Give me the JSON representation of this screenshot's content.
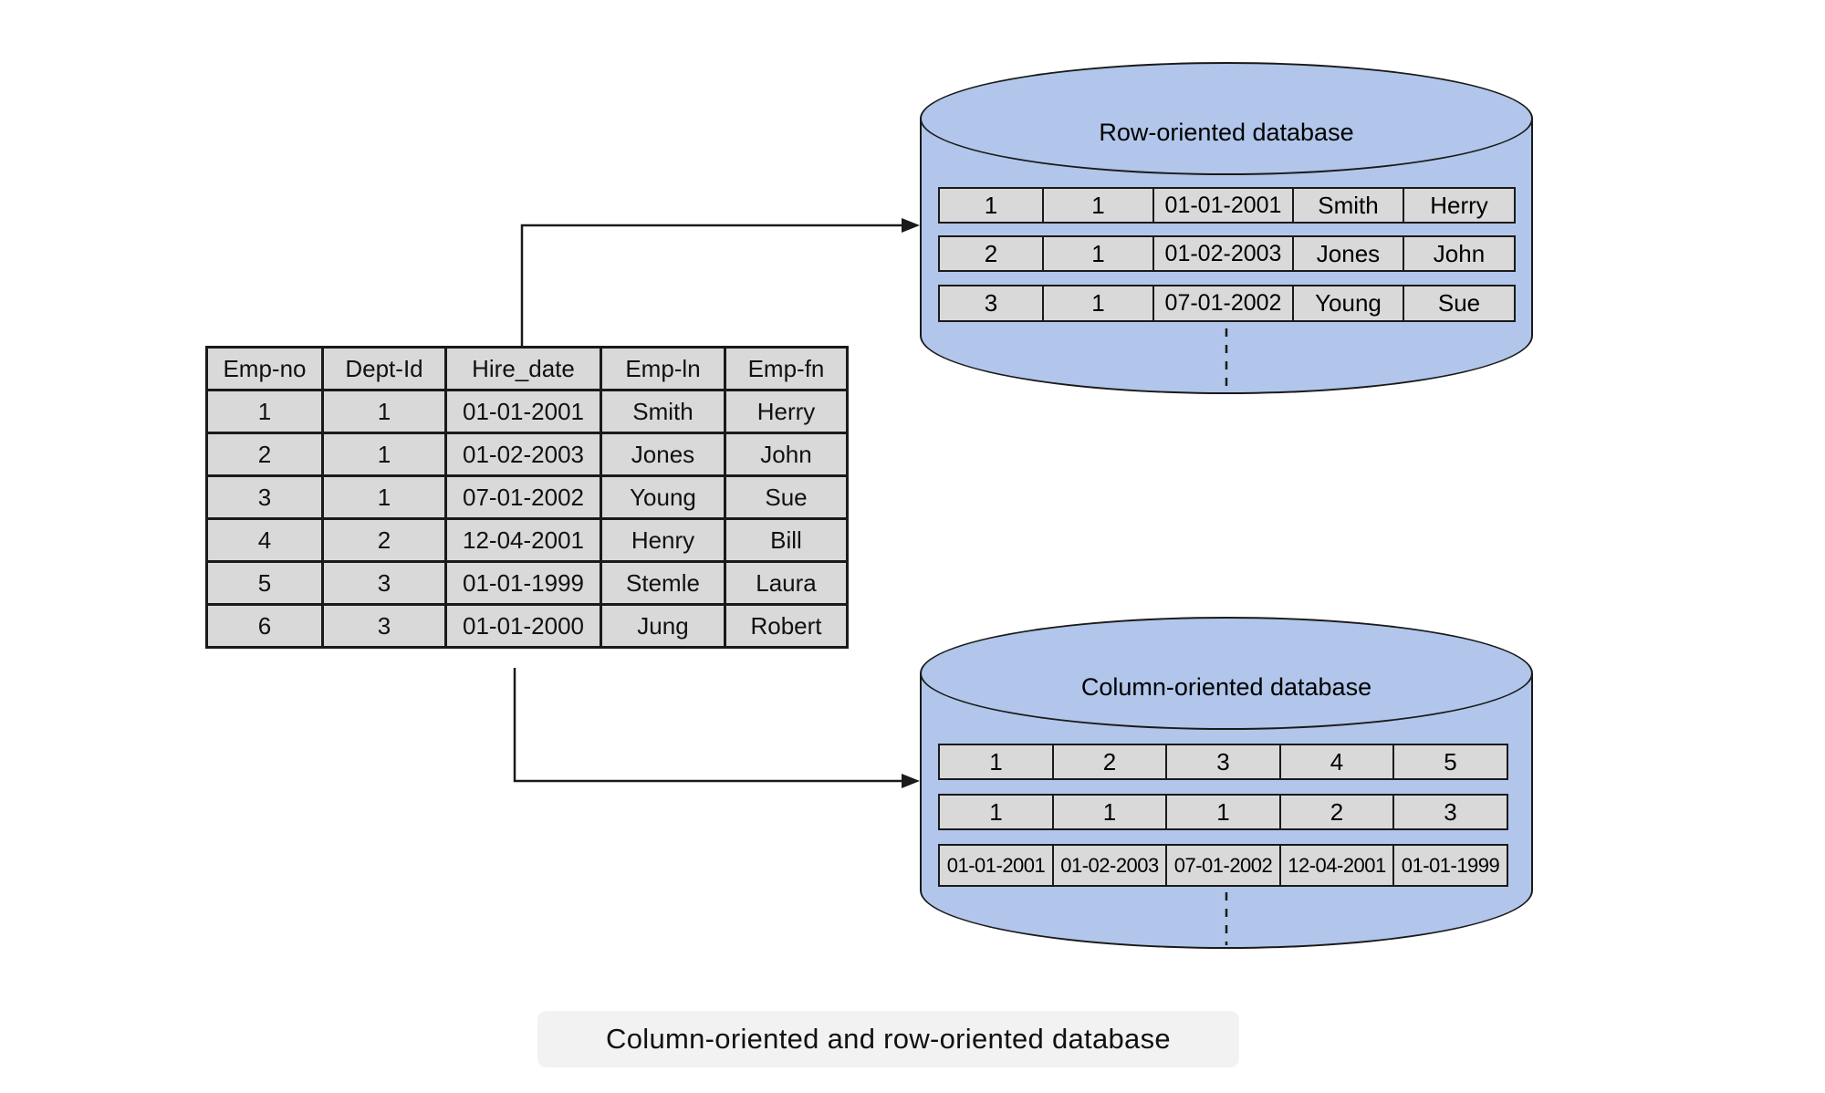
{
  "diagram": {
    "caption": "Column-oriented and row-oriented database"
  },
  "colors": {
    "cylinder_fill": "#b1c6ea",
    "cell_fill": "#d9d9d9",
    "stroke": "#1a1a1a",
    "caption_bg": "#f2f2f2",
    "background": "#ffffff"
  },
  "source_table": {
    "headers": [
      "Emp-no",
      "Dept-Id",
      "Hire_date",
      "Emp-ln",
      "Emp-fn"
    ],
    "rows": [
      [
        "1",
        "1",
        "01-01-2001",
        "Smith",
        "Herry"
      ],
      [
        "2",
        "1",
        "01-02-2003",
        "Jones",
        "John"
      ],
      [
        "3",
        "1",
        "07-01-2002",
        "Young",
        "Sue"
      ],
      [
        "4",
        "2",
        "12-04-2001",
        "Henry",
        "Bill"
      ],
      [
        "5",
        "3",
        "01-01-1999",
        "Stemle",
        "Laura"
      ],
      [
        "6",
        "3",
        "01-01-2000",
        "Jung",
        "Robert"
      ]
    ]
  },
  "row_db": {
    "title": "Row-oriented database",
    "rows": [
      [
        "1",
        "1",
        "01-01-2001",
        "Smith",
        "Herry"
      ],
      [
        "2",
        "1",
        "01-02-2003",
        "Jones",
        "John"
      ],
      [
        "3",
        "1",
        "07-01-2002",
        "Young",
        "Sue"
      ]
    ]
  },
  "column_db": {
    "title": "Column-oriented database",
    "rows": [
      [
        "1",
        "2",
        "3",
        "4",
        "5"
      ],
      [
        "1",
        "1",
        "1",
        "2",
        "3"
      ],
      [
        "01-01-2001",
        "01-02-2003",
        "07-01-2002",
        "12-04-2001",
        "01-01-1999"
      ]
    ]
  }
}
